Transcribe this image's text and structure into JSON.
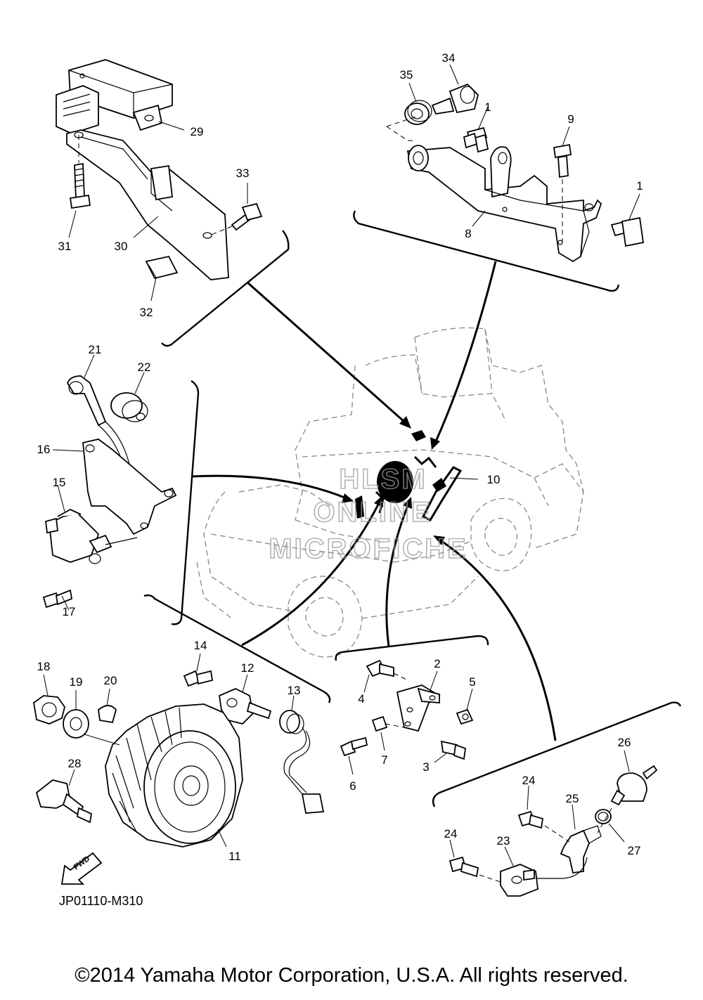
{
  "diagram": {
    "part_numbers": {
      "p1a": "1",
      "p1b": "1",
      "p2": "2",
      "p3": "3",
      "p4": "4",
      "p5": "5",
      "p6": "6",
      "p7": "7",
      "p8": "8",
      "p9": "9",
      "p10": "10",
      "p11": "11",
      "p12": "12",
      "p13": "13",
      "p14": "14",
      "p15": "15",
      "p16": "16",
      "p17": "17",
      "p18": "18",
      "p19": "19",
      "p20": "20",
      "p21": "21",
      "p22": "22",
      "p23": "23",
      "p24a": "24",
      "p24b": "24",
      "p25": "25",
      "p26": "26",
      "p27": "27",
      "p28": "28",
      "p29": "29",
      "p30": "30",
      "p31": "31",
      "p32": "32",
      "p33": "33",
      "p34": "34",
      "p35": "35"
    },
    "reference_code": "JP01110-M310",
    "fwd_label": "FWD",
    "watermark": {
      "line1": "HLSM",
      "line2": "ONLINE",
      "line3": "MICROFICHE"
    }
  },
  "footer": {
    "copyright": "©2014 Yamaha Motor Corporation, U.S.A. All rights reserved."
  }
}
